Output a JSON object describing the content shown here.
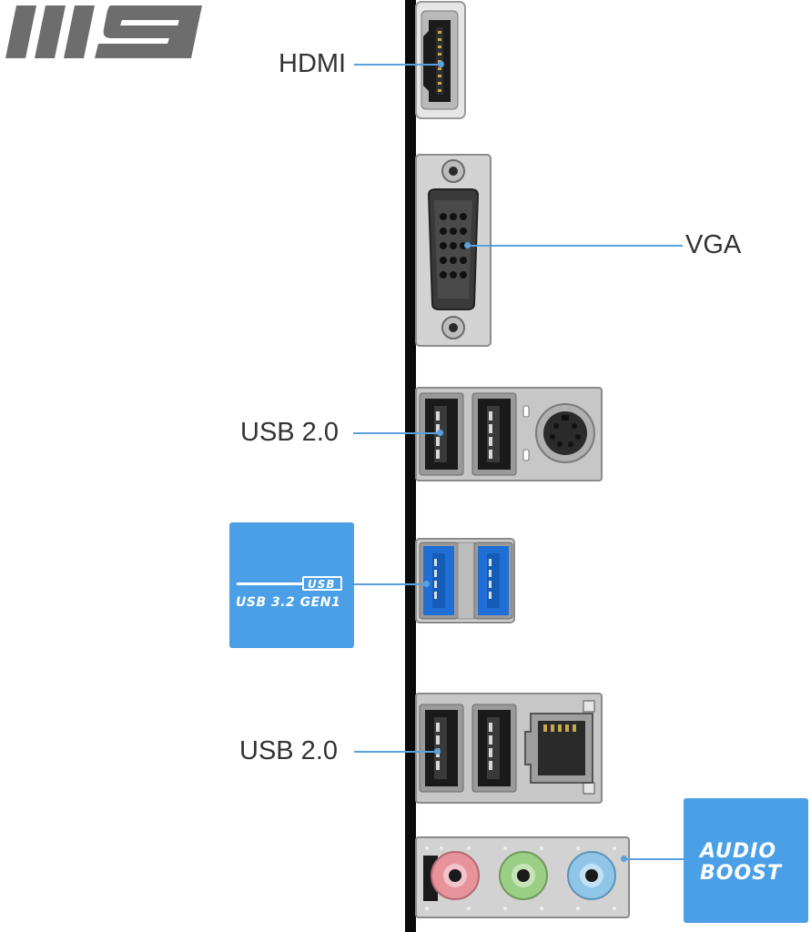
{
  "brand": {
    "logo_text": "MSI"
  },
  "labels": {
    "hdmi": "HDMI",
    "vga": "VGA",
    "usb2_top": "USB 2.0",
    "usb2_bottom": "USB 2.0"
  },
  "badges": {
    "usb_logo": "USB",
    "usb_gen": "USB 3.2 GEN1",
    "audio_line1": "AUDIO",
    "audio_line2": "BOOST"
  },
  "colors": {
    "accent_blue": "#4a9fe6",
    "leader_line": "#5aa0dc",
    "usb3_blue": "#1f6fd6",
    "audio_pink": "#e8929c",
    "audio_green": "#9ccf86",
    "audio_blue": "#8fc6e8"
  }
}
